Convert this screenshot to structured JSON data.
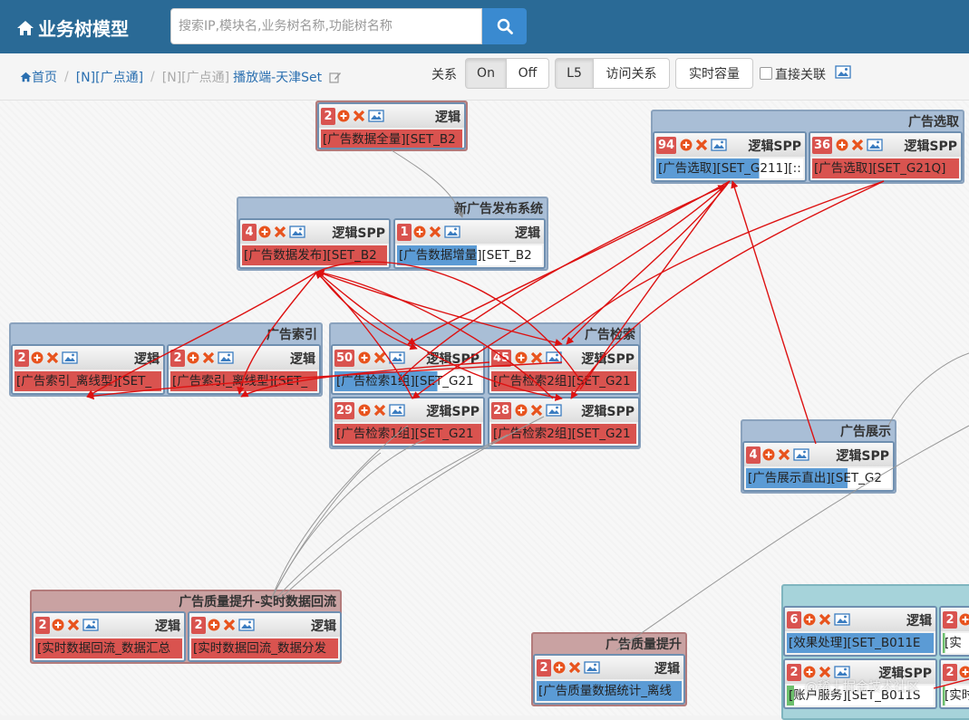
{
  "header": {
    "title": "业务树模型",
    "search_placeholder": "搜索IP,模块名,业务树名称,功能树名称"
  },
  "breadcrumb": {
    "home": "首页",
    "sep": "/",
    "item1": "[N][广点通]",
    "item2_prefix": "[N][广点通]",
    "item2": "播放端-天津Set"
  },
  "toolbar": {
    "relation_label": "关系",
    "on": "On",
    "off": "Off",
    "level": "L5",
    "access": "访问关系",
    "capacity": "实时容量",
    "direct": "直接关联"
  },
  "groups": {
    "top_single": "",
    "publish": "新广告发布系统",
    "index": "广告索引",
    "search": "广告检索",
    "select": "广告选取",
    "display": "广告展示",
    "quality_rt": "广告质量提升-实时数据回流",
    "quality": "广告质量提升"
  },
  "nodes": {
    "full": {
      "count": "2",
      "type": "逻辑",
      "name": "[广告数据全量][SET_B2"
    },
    "pub1": {
      "count": "4",
      "type": "逻辑SPP",
      "name": "[广告数据发布][SET_B2"
    },
    "pub2": {
      "count": "1",
      "type": "逻辑",
      "name": "[广告数据增量][SET_B2"
    },
    "idx1": {
      "count": "2",
      "type": "逻辑",
      "name": "[广告索引_离线型][SET_"
    },
    "idx2": {
      "count": "2",
      "type": "逻辑",
      "name": "[广告索引_离线型][SET_"
    },
    "srch1": {
      "count": "50",
      "type": "逻辑SPP",
      "name": "[广告检索1组][SET_G21"
    },
    "srch2": {
      "count": "45",
      "type": "逻辑SPP",
      "name": "[广告检索2组][SET_G21"
    },
    "srch3": {
      "count": "29",
      "type": "逻辑SPP",
      "name": "[广告检索1组][SET_G21"
    },
    "srch4": {
      "count": "28",
      "type": "逻辑SPP",
      "name": "[广告检索2组][SET_G21"
    },
    "sel1": {
      "count": "94",
      "type": "逻辑SPP",
      "name": "[广告选取][SET_G211][::"
    },
    "sel2": {
      "count": "36",
      "type": "逻辑SPP",
      "name": "[广告选取][SET_G21Q]"
    },
    "disp": {
      "count": "4",
      "type": "逻辑SPP",
      "name": "[广告展示直出][SET_G2"
    },
    "qrt1": {
      "count": "2",
      "type": "逻辑",
      "name": "[实时数据回流_数据汇总"
    },
    "qrt2": {
      "count": "2",
      "type": "逻辑",
      "name": "[实时数据回流_数据分发"
    },
    "q1": {
      "count": "2",
      "type": "逻辑",
      "name": "[广告质量数据统计_离线"
    },
    "t1": {
      "count": "6",
      "type": "逻辑",
      "name": "[效果处理][SET_B011E"
    },
    "t2": {
      "count": "2",
      "type": "逻辑SPP",
      "name": "[账户服务][SET_B011S"
    },
    "t3": {
      "count": "2",
      "type": "",
      "name": "[实"
    },
    "t4": {
      "count": "2",
      "type": "",
      "name": "[实时"
    }
  },
  "watermark": "@稀土掘金技术社区",
  "colors": {
    "header": "#2a6a96",
    "edge_red": "#d11",
    "edge_gray": "#999"
  }
}
